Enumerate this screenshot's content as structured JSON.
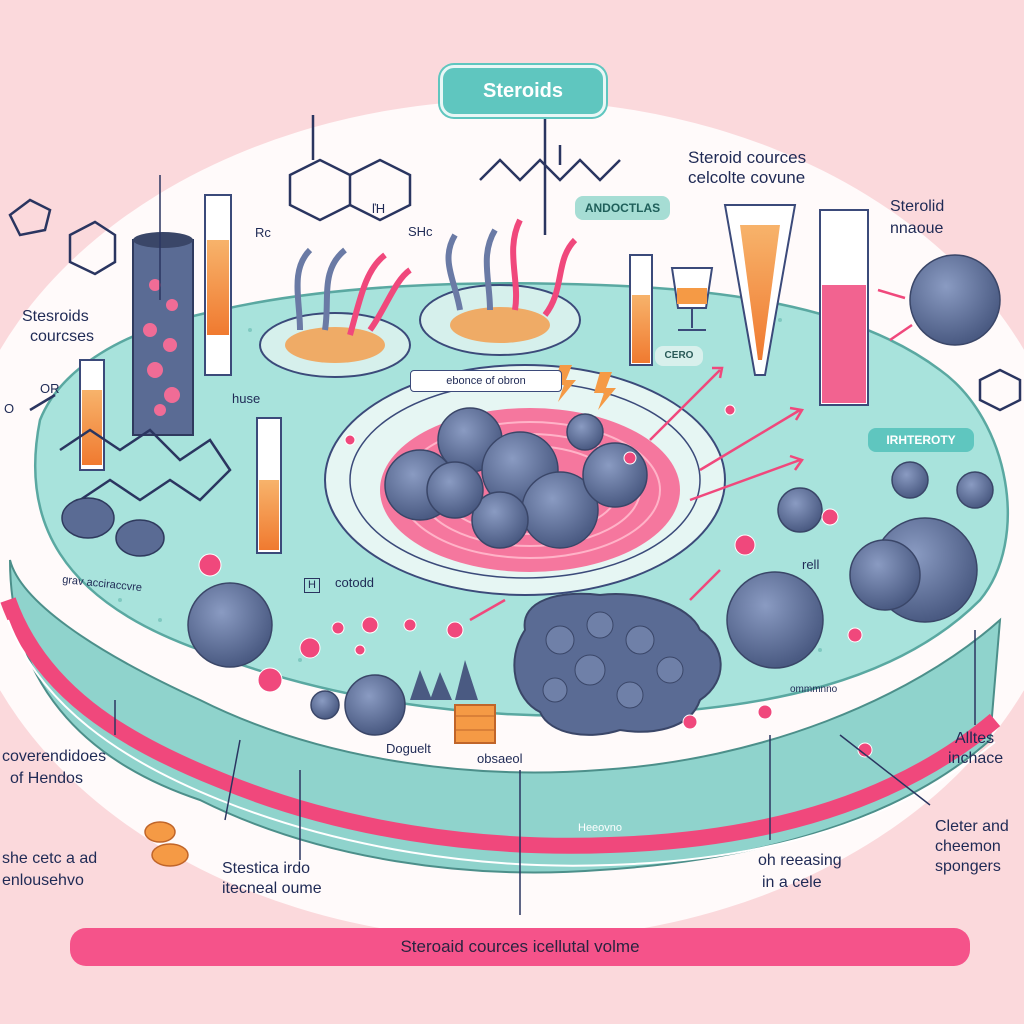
{
  "title": "Steroids",
  "labels": {
    "top_right_1": "Steroid cources",
    "top_right_2": "celcolte covune",
    "right_top_1": "Sterolid",
    "right_top_2": "nnaoue",
    "left_mid_1": "Stesroids",
    "left_mid_2": "courcses",
    "left_bottom_1": "coverendidoes",
    "left_bottom_2": "of Hendos",
    "bottom_left_1": "she cetc a ad",
    "bottom_left_2": "enlousehvo",
    "bottom_mid_1": "Stestica irdo",
    "bottom_mid_2": "itecneal oume",
    "bottom_center_right_1": "oh reeasing",
    "bottom_center_right_2": "in a cele",
    "right_bottom_1": "Alltes",
    "right_bottom_2": "inchace",
    "far_right_bottom_1": "Cleter and",
    "far_right_bottom_2": "cheemon",
    "far_right_bottom_3": "spongers",
    "androgens_pill": "ANDOCTLAS",
    "cd_pill": "CERO",
    "inter_pill": "IRHTEROTY",
    "ring_label": "ebonce of obron",
    "bottom_banner": "Steroaid cources icellutal volme",
    "band_label": "Heeovno",
    "tube_label": "huse",
    "cotodd": "cotodd",
    "cotodd_marker": "H",
    "cell_label_small": "rell",
    "disc_label": "Doguelt",
    "center_small": "obsaeol",
    "formula_sh": "SHc",
    "formula_h": "ľH",
    "formula_rc": "Rc",
    "formula_or": "OR",
    "formula_o": "O",
    "membrane_text": "grav acciraccvre",
    "chain_text": "ommmnno"
  },
  "colors": {
    "background": "#fbd9dc",
    "cell_fill": "#a8e3dc",
    "cell_rim": "#8fd3cc",
    "membrane": "#f0487c",
    "sphere": "#5a6b94",
    "pink_dot": "#f0487c",
    "teal": "#5fc6bf",
    "orange": "#f59a45"
  }
}
